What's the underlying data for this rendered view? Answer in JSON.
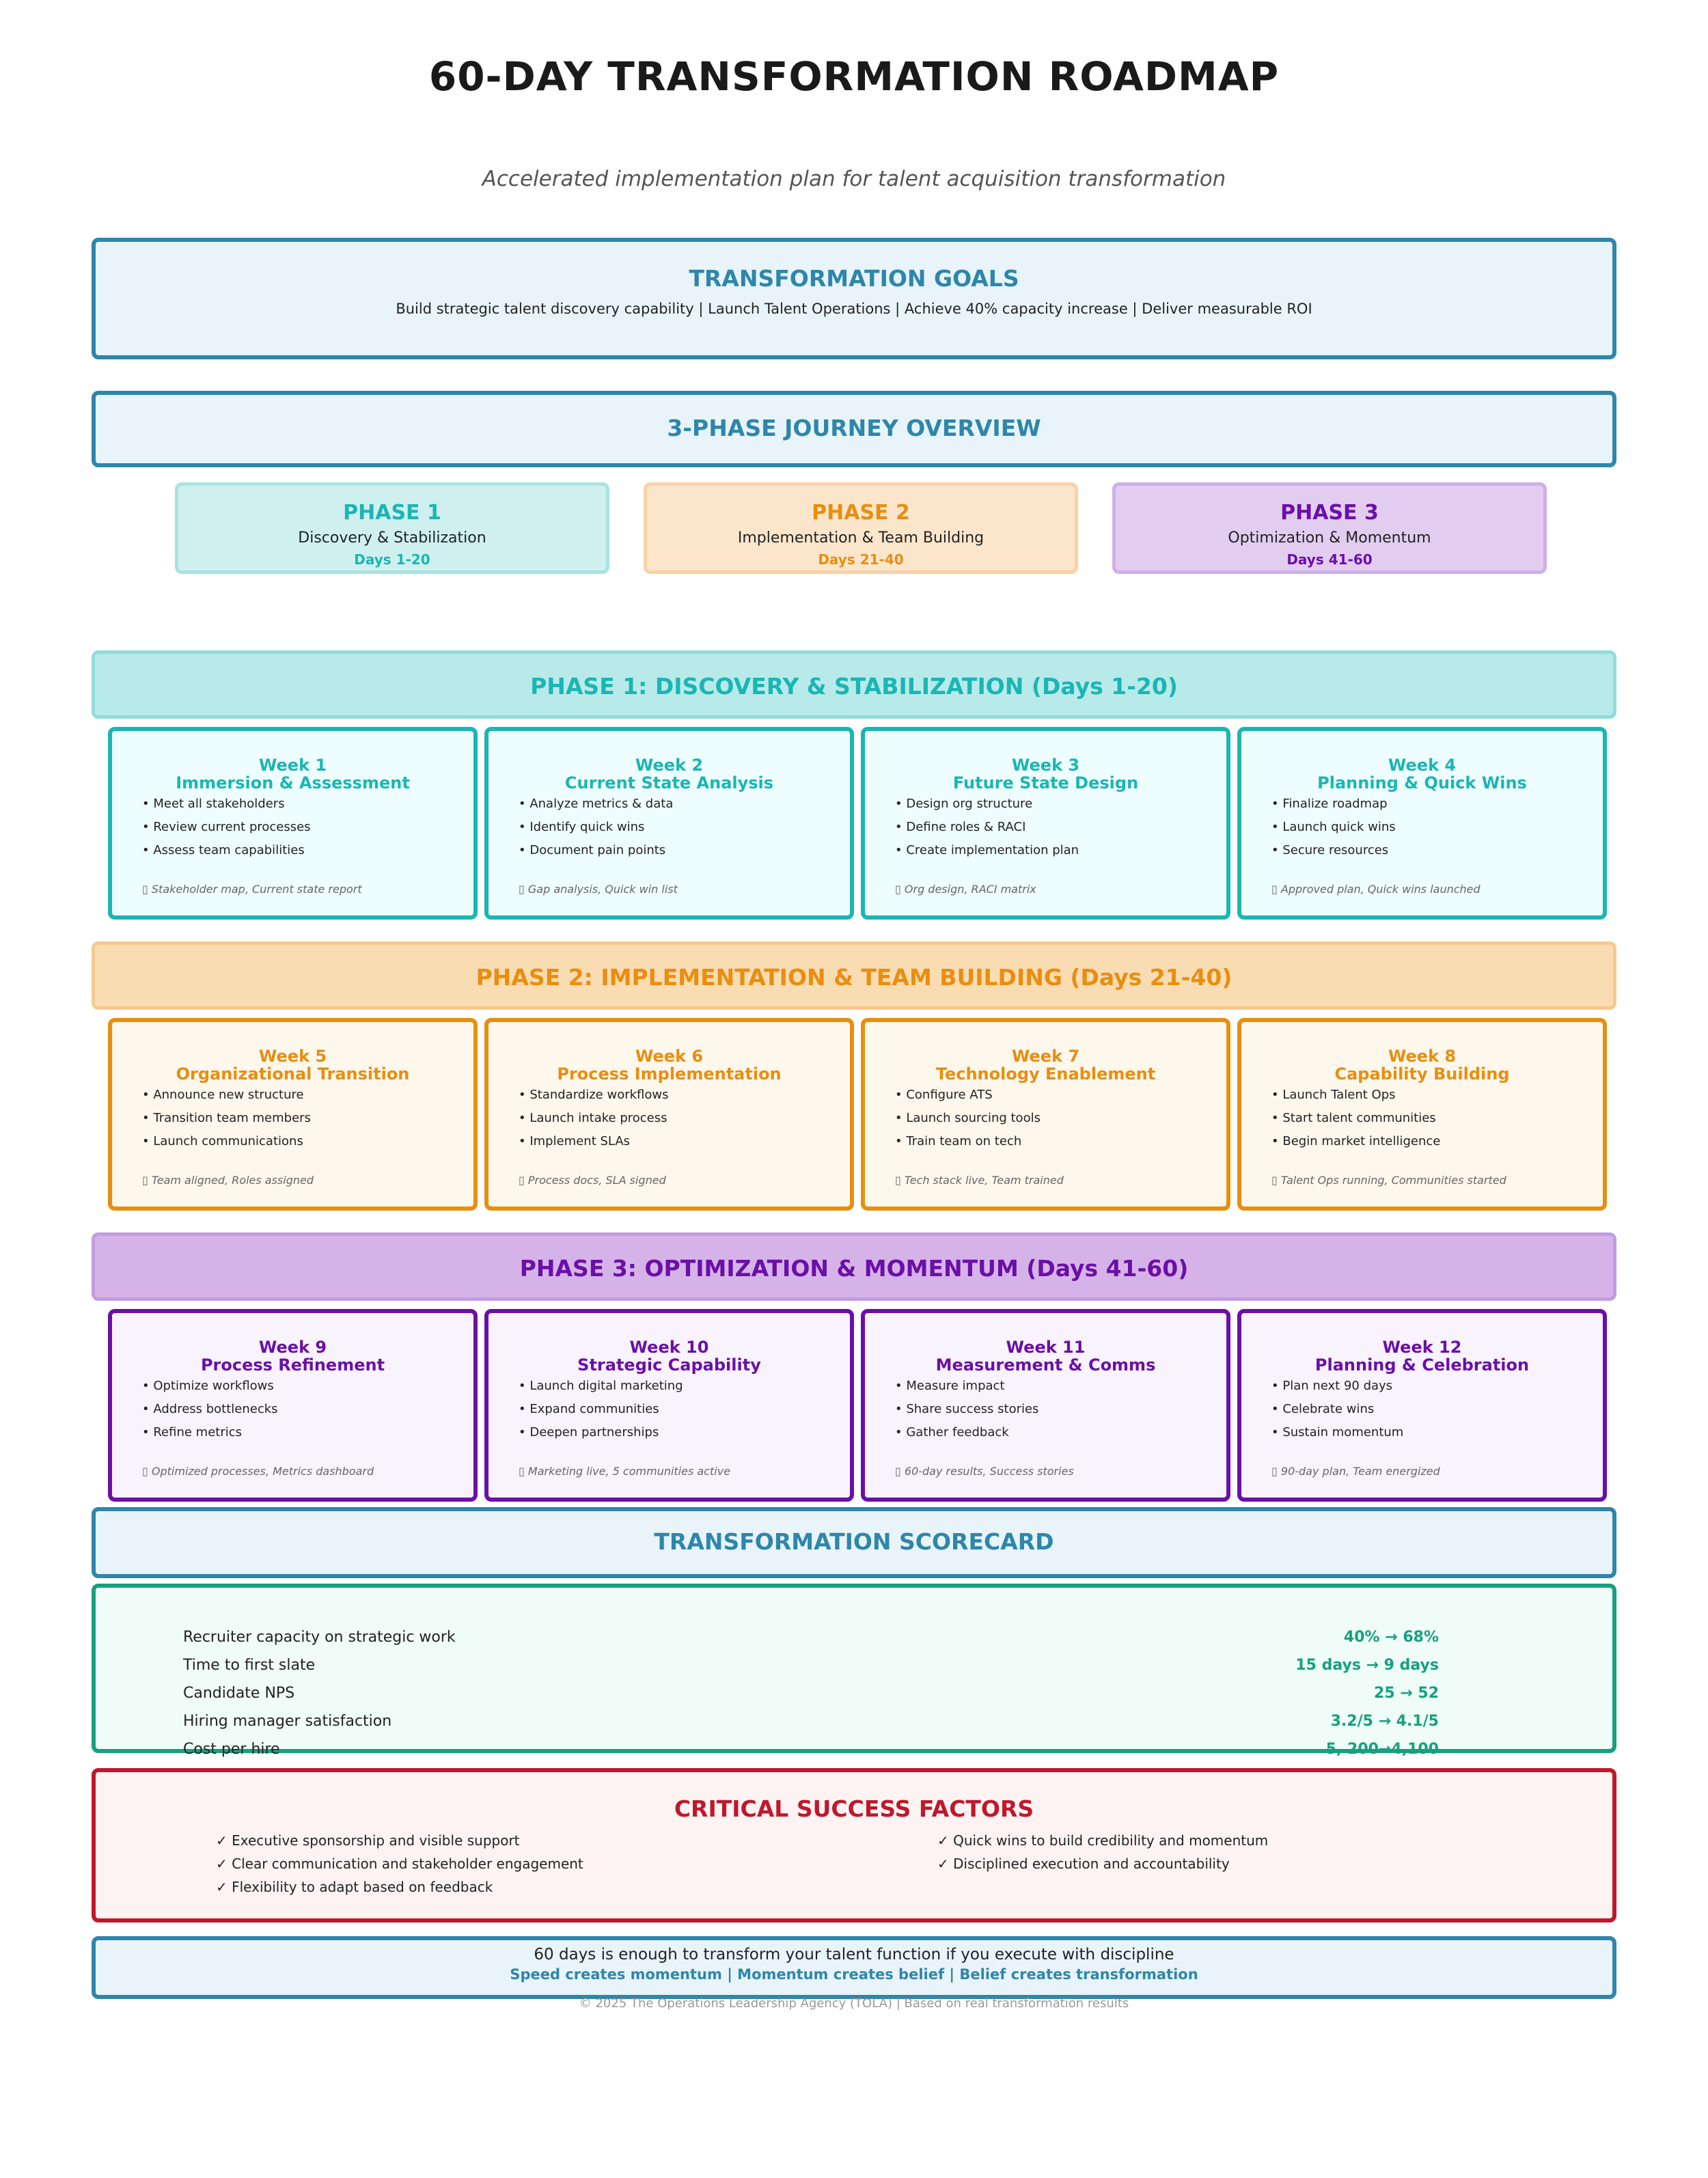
{
  "header": {
    "title": "60-DAY TRANSFORMATION ROADMAP",
    "subtitle": "Accelerated implementation plan for talent acquisition transformation"
  },
  "goals": {
    "title": "TRANSFORMATION GOALS",
    "text": "Build strategic talent discovery capability | Launch Talent Operations | Achieve 40% capacity increase | Deliver measurable ROI"
  },
  "journey": {
    "title": "3-PHASE JOURNEY OVERVIEW",
    "phases": [
      {
        "label": "PHASE 1",
        "name": "Discovery & Stabilization",
        "days": "Days 1-20",
        "color": "#1ab6b4",
        "bg": "#cff0ef",
        "border": "#a7e4e2"
      },
      {
        "label": "PHASE 2",
        "name": "Implementation & Team Building",
        "days": "Days 21-40",
        "color": "#e88e10",
        "bg": "#fbe6cc",
        "border": "#f8d2a5"
      },
      {
        "label": "PHASE 3",
        "name": "Optimization & Momentum",
        "days": "Days 41-60",
        "color": "#6b0fa8",
        "bg": "#e2ccf0",
        "border": "#ceb0e6"
      }
    ]
  },
  "phases": [
    {
      "header": "PHASE 1: DISCOVERY & STABILIZATION (Days 1-20)",
      "color": "#1ab6b4",
      "header_bg": "#b8eaea",
      "header_border": "#8fdcdb",
      "card_bg": "#eefdfd",
      "weeks": [
        {
          "num": "Week 1",
          "title": "Immersion & Assessment",
          "items": [
            "• Meet all stakeholders",
            "• Review current processes",
            "• Assess team capabilities"
          ],
          "deliverable": "▯ Stakeholder map, Current state report"
        },
        {
          "num": "Week 2",
          "title": "Current State Analysis",
          "items": [
            "• Analyze metrics & data",
            "• Identify quick wins",
            "• Document pain points"
          ],
          "deliverable": "▯ Gap analysis, Quick win list"
        },
        {
          "num": "Week 3",
          "title": "Future State Design",
          "items": [
            "• Design org structure",
            "• Define roles & RACI",
            "• Create implementation plan"
          ],
          "deliverable": "▯ Org design, RACI matrix"
        },
        {
          "num": "Week 4",
          "title": "Planning & Quick Wins",
          "items": [
            "• Finalize roadmap",
            "• Launch quick wins",
            "• Secure resources"
          ],
          "deliverable": "▯ Approved plan, Quick wins launched"
        }
      ]
    },
    {
      "header": "PHASE 2: IMPLEMENTATION & TEAM BUILDING (Days 21-40)",
      "color": "#e88e10",
      "header_bg": "#fadcb2",
      "header_border": "#f6c98c",
      "card_bg": "#fef7ec",
      "weeks": [
        {
          "num": "Week 5",
          "title": "Organizational Transition",
          "items": [
            "• Announce new structure",
            "• Transition team members",
            "• Launch communications"
          ],
          "deliverable": "▯ Team aligned, Roles assigned"
        },
        {
          "num": "Week 6",
          "title": "Process Implementation",
          "items": [
            "• Standardize workflows",
            "• Launch intake process",
            "• Implement SLAs"
          ],
          "deliverable": "▯ Process docs, SLA signed"
        },
        {
          "num": "Week 7",
          "title": "Technology Enablement",
          "items": [
            "• Configure ATS",
            "• Launch sourcing tools",
            "• Train team on tech"
          ],
          "deliverable": "▯ Tech stack live, Team trained"
        },
        {
          "num": "Week 8",
          "title": "Capability Building",
          "items": [
            "• Launch Talent Ops",
            "• Start talent communities",
            "• Begin market intelligence"
          ],
          "deliverable": "▯ Talent Ops running, Communities started"
        }
      ]
    },
    {
      "header": "PHASE 3: OPTIMIZATION & MOMENTUM (Days 41-60)",
      "color": "#6b0fa8",
      "header_bg": "#d5b3e8",
      "header_border": "#c29be0",
      "card_bg": "#f9f3fd",
      "weeks": [
        {
          "num": "Week 9",
          "title": "Process Refinement",
          "items": [
            "• Optimize workflows",
            "• Address bottlenecks",
            "• Refine metrics"
          ],
          "deliverable": "▯ Optimized processes, Metrics dashboard"
        },
        {
          "num": "Week 10",
          "title": "Strategic Capability",
          "items": [
            "• Launch digital marketing",
            "• Expand communities",
            "• Deepen partnerships"
          ],
          "deliverable": "▯ Marketing live, 5 communities active"
        },
        {
          "num": "Week 11",
          "title": "Measurement & Comms",
          "items": [
            "• Measure impact",
            "• Share success stories",
            "• Gather feedback"
          ],
          "deliverable": "▯ 60-day results, Success stories"
        },
        {
          "num": "Week 12",
          "title": "Planning & Celebration",
          "items": [
            "• Plan next 90 days",
            "• Celebrate wins",
            "• Sustain momentum"
          ],
          "deliverable": "▯ 90-day plan, Team energized"
        }
      ]
    }
  ],
  "scorecard": {
    "title": "TRANSFORMATION SCORECARD",
    "metrics": [
      {
        "label": "Recruiter capacity on strategic work",
        "value": "40% → 68%"
      },
      {
        "label": "Time to first slate",
        "value": "15 days → 9 days"
      },
      {
        "label": "Candidate NPS",
        "value": "25 → 52"
      },
      {
        "label": "Hiring manager satisfaction",
        "value": "3.2/5 → 4.1/5"
      },
      {
        "label": "Cost per hire",
        "value": "5, 200→4,100"
      }
    ]
  },
  "csf": {
    "title": "CRITICAL SUCCESS FACTORS",
    "left": [
      "✓ Executive sponsorship and visible support",
      "✓ Clear communication and stakeholder engagement",
      "✓ Flexibility to adapt based on feedback"
    ],
    "right": [
      "✓ Quick wins to build credibility and momentum",
      "✓ Disciplined execution and accountability"
    ]
  },
  "footer": {
    "line1": "60 days is enough to transform your talent function if you execute with discipline",
    "line2": "Speed creates momentum | Momentum creates belief | Belief creates transformation",
    "copyright": "© 2025 The Operations Leadership Agency (TOLA) | Based on real transformation results"
  }
}
